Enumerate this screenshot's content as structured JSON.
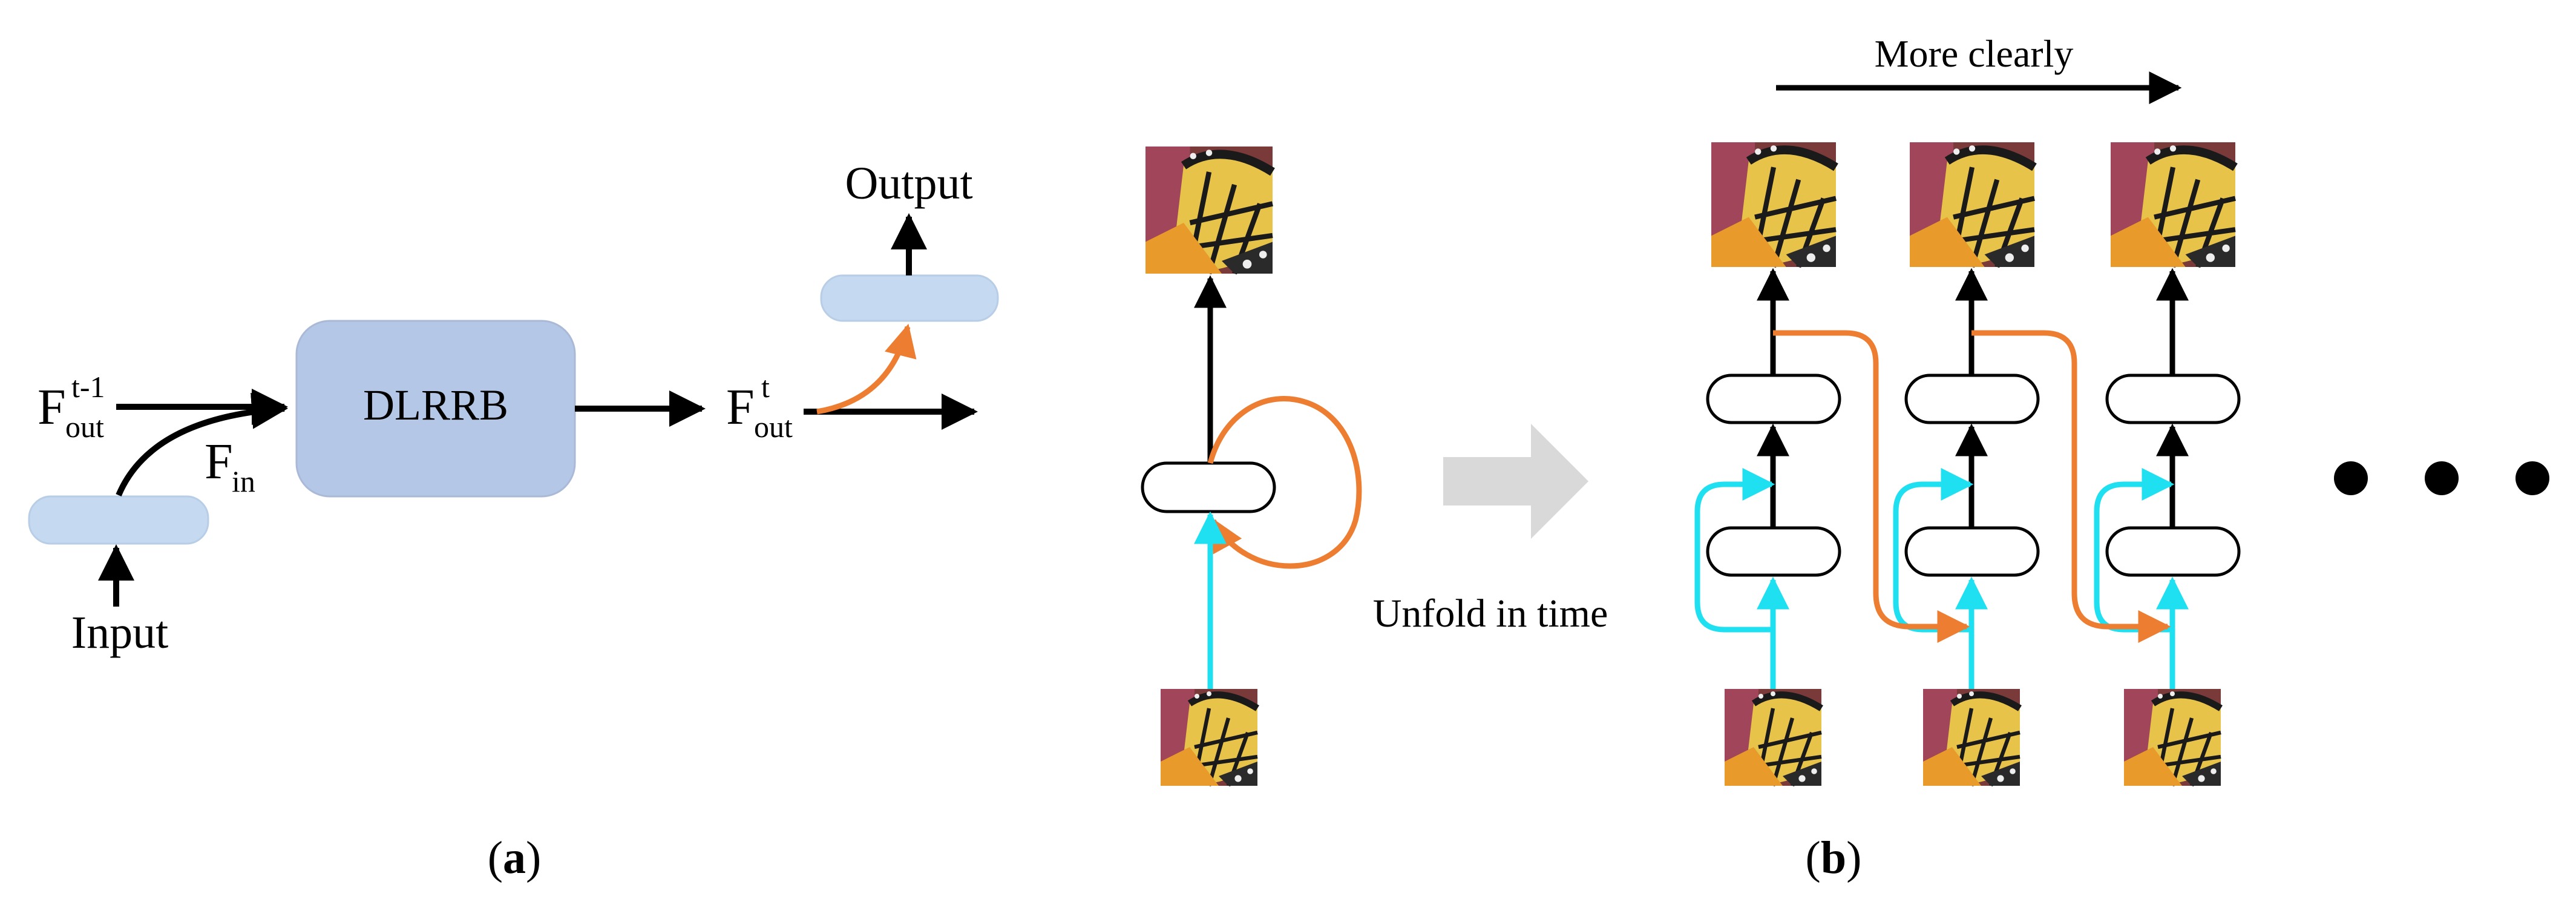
{
  "panel_a": {
    "caption_open": "(",
    "caption_letter": "a",
    "caption_close": ")",
    "block_label": "DLRRB",
    "input_label": "Input",
    "output_label": "Output",
    "f_prev_main": "F",
    "f_prev_sup": "t-1",
    "f_prev_sub": "out",
    "f_in_main": "F",
    "f_in_sub": "in",
    "f_out_main": "F",
    "f_out_sup": "t",
    "f_out_sub": "out"
  },
  "panel_b": {
    "caption_open": "(",
    "caption_letter": "b",
    "caption_close": ")",
    "unfold_label": "Unfold in time",
    "top_arrow_label": "More clearly"
  },
  "colors": {
    "black": "#000000",
    "orange": "#ED7D31",
    "cyan": "#1FE0F0",
    "block_fill": "#B4C7E7",
    "bar_fill": "#C5D9F0",
    "gray_arrow": "#D9D9D9"
  }
}
